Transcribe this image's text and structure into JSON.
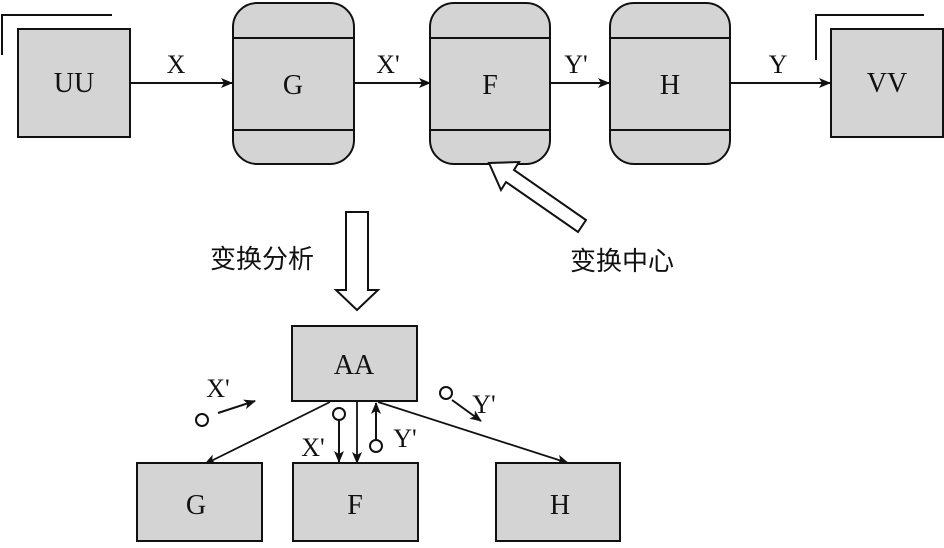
{
  "diagram": {
    "top_flow": {
      "source": "UU",
      "g": "G",
      "f": "F",
      "h": "H",
      "sink": "VV",
      "edge_x": "X",
      "edge_x_prime": "X'",
      "edge_y_prime": "Y'",
      "edge_y": "Y"
    },
    "transform_center_label": "变换中心",
    "transform_analysis_label": "变换分析",
    "bottom_structure": {
      "root": "AA",
      "g": "G",
      "f": "F",
      "h": "H",
      "flow_x_prime_left": "X'",
      "flow_y_prime_right": "Y'",
      "flow_x_prime_down": "X'",
      "flow_y_prime_up": "Y'"
    },
    "colors": {
      "box_fill": "#d4d4d4",
      "stroke": "#111111"
    }
  }
}
